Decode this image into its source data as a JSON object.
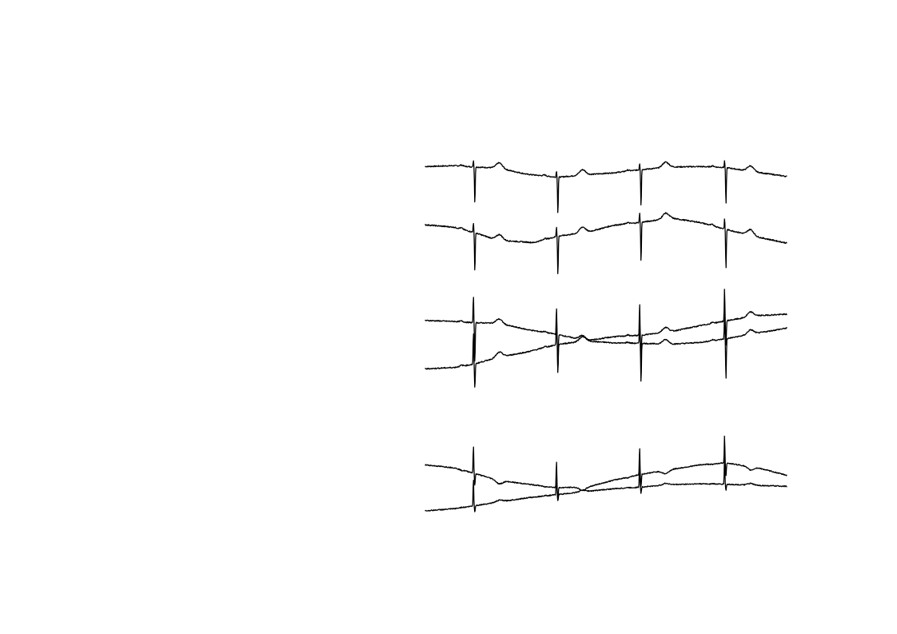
{
  "chart_data": {
    "type": "line",
    "title": "",
    "xlabel": "",
    "ylabel": "",
    "axes_visible": false,
    "grid": false,
    "legend": "none",
    "line_color": "#000000",
    "x_range": [
      0,
      10
    ],
    "y_range": [
      -1,
      1
    ],
    "beat_times": [
      1.35,
      3.65,
      5.95,
      8.3
    ],
    "series": [
      {
        "id": "trace-1",
        "baseline": [
          [
            0,
            0.06
          ],
          [
            0.8,
            0.1
          ],
          [
            1.35,
            0.04
          ],
          [
            2.0,
            0.0
          ],
          [
            2.8,
            -0.28
          ],
          [
            3.65,
            -0.42
          ],
          [
            4.5,
            -0.3
          ],
          [
            5.2,
            -0.22
          ],
          [
            5.95,
            -0.08
          ],
          [
            6.8,
            0.04
          ],
          [
            7.6,
            0.06
          ],
          [
            8.3,
            0.02
          ],
          [
            9.2,
            -0.2
          ],
          [
            10,
            -0.38
          ]
        ],
        "spike_up": 0.1,
        "spike_down": -0.55,
        "t_wave": 0.12
      },
      {
        "id": "trace-2",
        "baseline": [
          [
            0,
            0.46
          ],
          [
            0.8,
            0.36
          ],
          [
            1.35,
            0.14
          ],
          [
            2.0,
            -0.18
          ],
          [
            3.0,
            -0.28
          ],
          [
            3.65,
            -0.02
          ],
          [
            4.5,
            0.16
          ],
          [
            5.2,
            0.44
          ],
          [
            5.95,
            0.56
          ],
          [
            6.8,
            0.74
          ],
          [
            7.6,
            0.56
          ],
          [
            8.3,
            0.28
          ],
          [
            9.2,
            -0.05
          ],
          [
            10,
            -0.3
          ]
        ],
        "spike_up": 0.14,
        "spike_down": -0.55,
        "t_wave": 0.12
      },
      {
        "id": "trace-3",
        "baseline": [
          [
            0,
            0.04
          ],
          [
            0.8,
            0.0
          ],
          [
            1.35,
            -0.06
          ],
          [
            2.0,
            -0.08
          ],
          [
            2.8,
            -0.36
          ],
          [
            3.65,
            -0.58
          ],
          [
            4.5,
            -0.88
          ],
          [
            5.2,
            -0.96
          ],
          [
            5.95,
            -0.98
          ],
          [
            6.8,
            -1.02
          ],
          [
            7.6,
            -0.94
          ],
          [
            8.3,
            -0.78
          ],
          [
            9.2,
            -0.52
          ],
          [
            10,
            -0.3
          ]
        ],
        "spike_up": 0.4,
        "spike_down": -0.6,
        "t_wave": 0.1
      },
      {
        "id": "trace-4",
        "baseline": [
          [
            0,
            -0.98
          ],
          [
            0.8,
            -0.92
          ],
          [
            1.35,
            -0.78
          ],
          [
            2.0,
            -0.5
          ],
          [
            2.8,
            -0.28
          ],
          [
            3.65,
            0.04
          ],
          [
            4.5,
            0.2
          ],
          [
            5.2,
            0.36
          ],
          [
            5.95,
            0.42
          ],
          [
            6.8,
            0.58
          ],
          [
            7.6,
            0.82
          ],
          [
            8.3,
            1.02
          ],
          [
            9.2,
            1.24
          ],
          [
            10,
            1.3
          ]
        ],
        "spike_up": 0.45,
        "spike_down": -0.35,
        "t_wave": 0.1
      },
      {
        "id": "trace-5",
        "baseline": [
          [
            0,
            0.02
          ],
          [
            0.8,
            -0.12
          ],
          [
            1.35,
            -0.38
          ],
          [
            2.0,
            -0.72
          ],
          [
            2.8,
            -0.9
          ],
          [
            3.65,
            -1.08
          ],
          [
            4.5,
            -1.04
          ],
          [
            5.2,
            -0.72
          ],
          [
            5.95,
            -0.44
          ],
          [
            6.8,
            -0.2
          ],
          [
            7.6,
            0.02
          ],
          [
            8.3,
            0.12
          ],
          [
            9.2,
            -0.12
          ],
          [
            10,
            -0.48
          ]
        ],
        "spike_up": 0.45,
        "spike_down": -0.2,
        "t_wave": -0.08
      },
      {
        "id": "trace-6",
        "baseline": [
          [
            0,
            -0.42
          ],
          [
            0.8,
            -0.32
          ],
          [
            1.35,
            -0.18
          ],
          [
            2.0,
            0.0
          ],
          [
            2.8,
            0.2
          ],
          [
            3.65,
            0.36
          ],
          [
            4.5,
            0.52
          ],
          [
            5.2,
            0.64
          ],
          [
            5.95,
            0.72
          ],
          [
            6.8,
            0.84
          ],
          [
            7.6,
            0.88
          ],
          [
            8.3,
            0.86
          ],
          [
            9.2,
            0.8
          ],
          [
            10,
            0.76
          ]
        ],
        "spike_up": 0.45,
        "spike_down": -0.1,
        "t_wave": 0.04
      }
    ]
  }
}
